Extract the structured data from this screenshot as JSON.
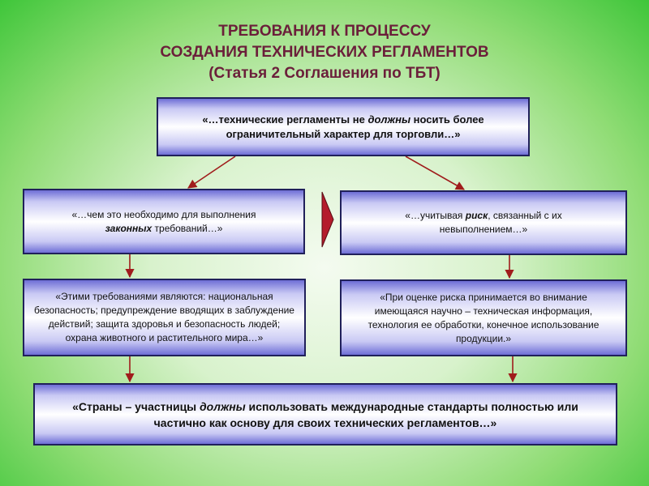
{
  "title": {
    "line1": "ТРЕБОВАНИЯ К ПРОЦЕССУ",
    "line2": "СОЗДАНИЯ ТЕХНИЧЕСКИХ РЕГЛАМЕНТОВ",
    "line3": "(Статья 2 Соглашения по ТБТ)"
  },
  "top_box": {
    "pre": "«…технические регламенты не ",
    "em": "должны",
    "post": " носить более ограничительный характер для торговли…»"
  },
  "left_box": {
    "pre": "«…чем это необходимо для выполнения ",
    "em": "законных",
    "post": " требований…»"
  },
  "right_box": {
    "pre": "«…учитывая ",
    "em": "риск",
    "post": ", связанный с их невыполнением…»"
  },
  "left_detail": {
    "text": "«Этими требованиями являются: национальная безопасность; предупреждение вводящих в заблуждение действий; защита здоровья и безопасность людей; охрана животного и растительного мира…»"
  },
  "right_detail": {
    "text": "«При оценке риска принимается во внимание имеющаяся научно – техническая информация, технология ее обработки, конечное использование продукции.»"
  },
  "bottom_box": {
    "pre": "«Страны – участницы ",
    "em": "должны",
    "post": " использовать международные стандарты полностью или частично как основу для своих технических регламентов…»"
  },
  "colors": {
    "title": "#6b1f3a",
    "arrow": "#a01c1c",
    "box_border": "#20205a"
  }
}
